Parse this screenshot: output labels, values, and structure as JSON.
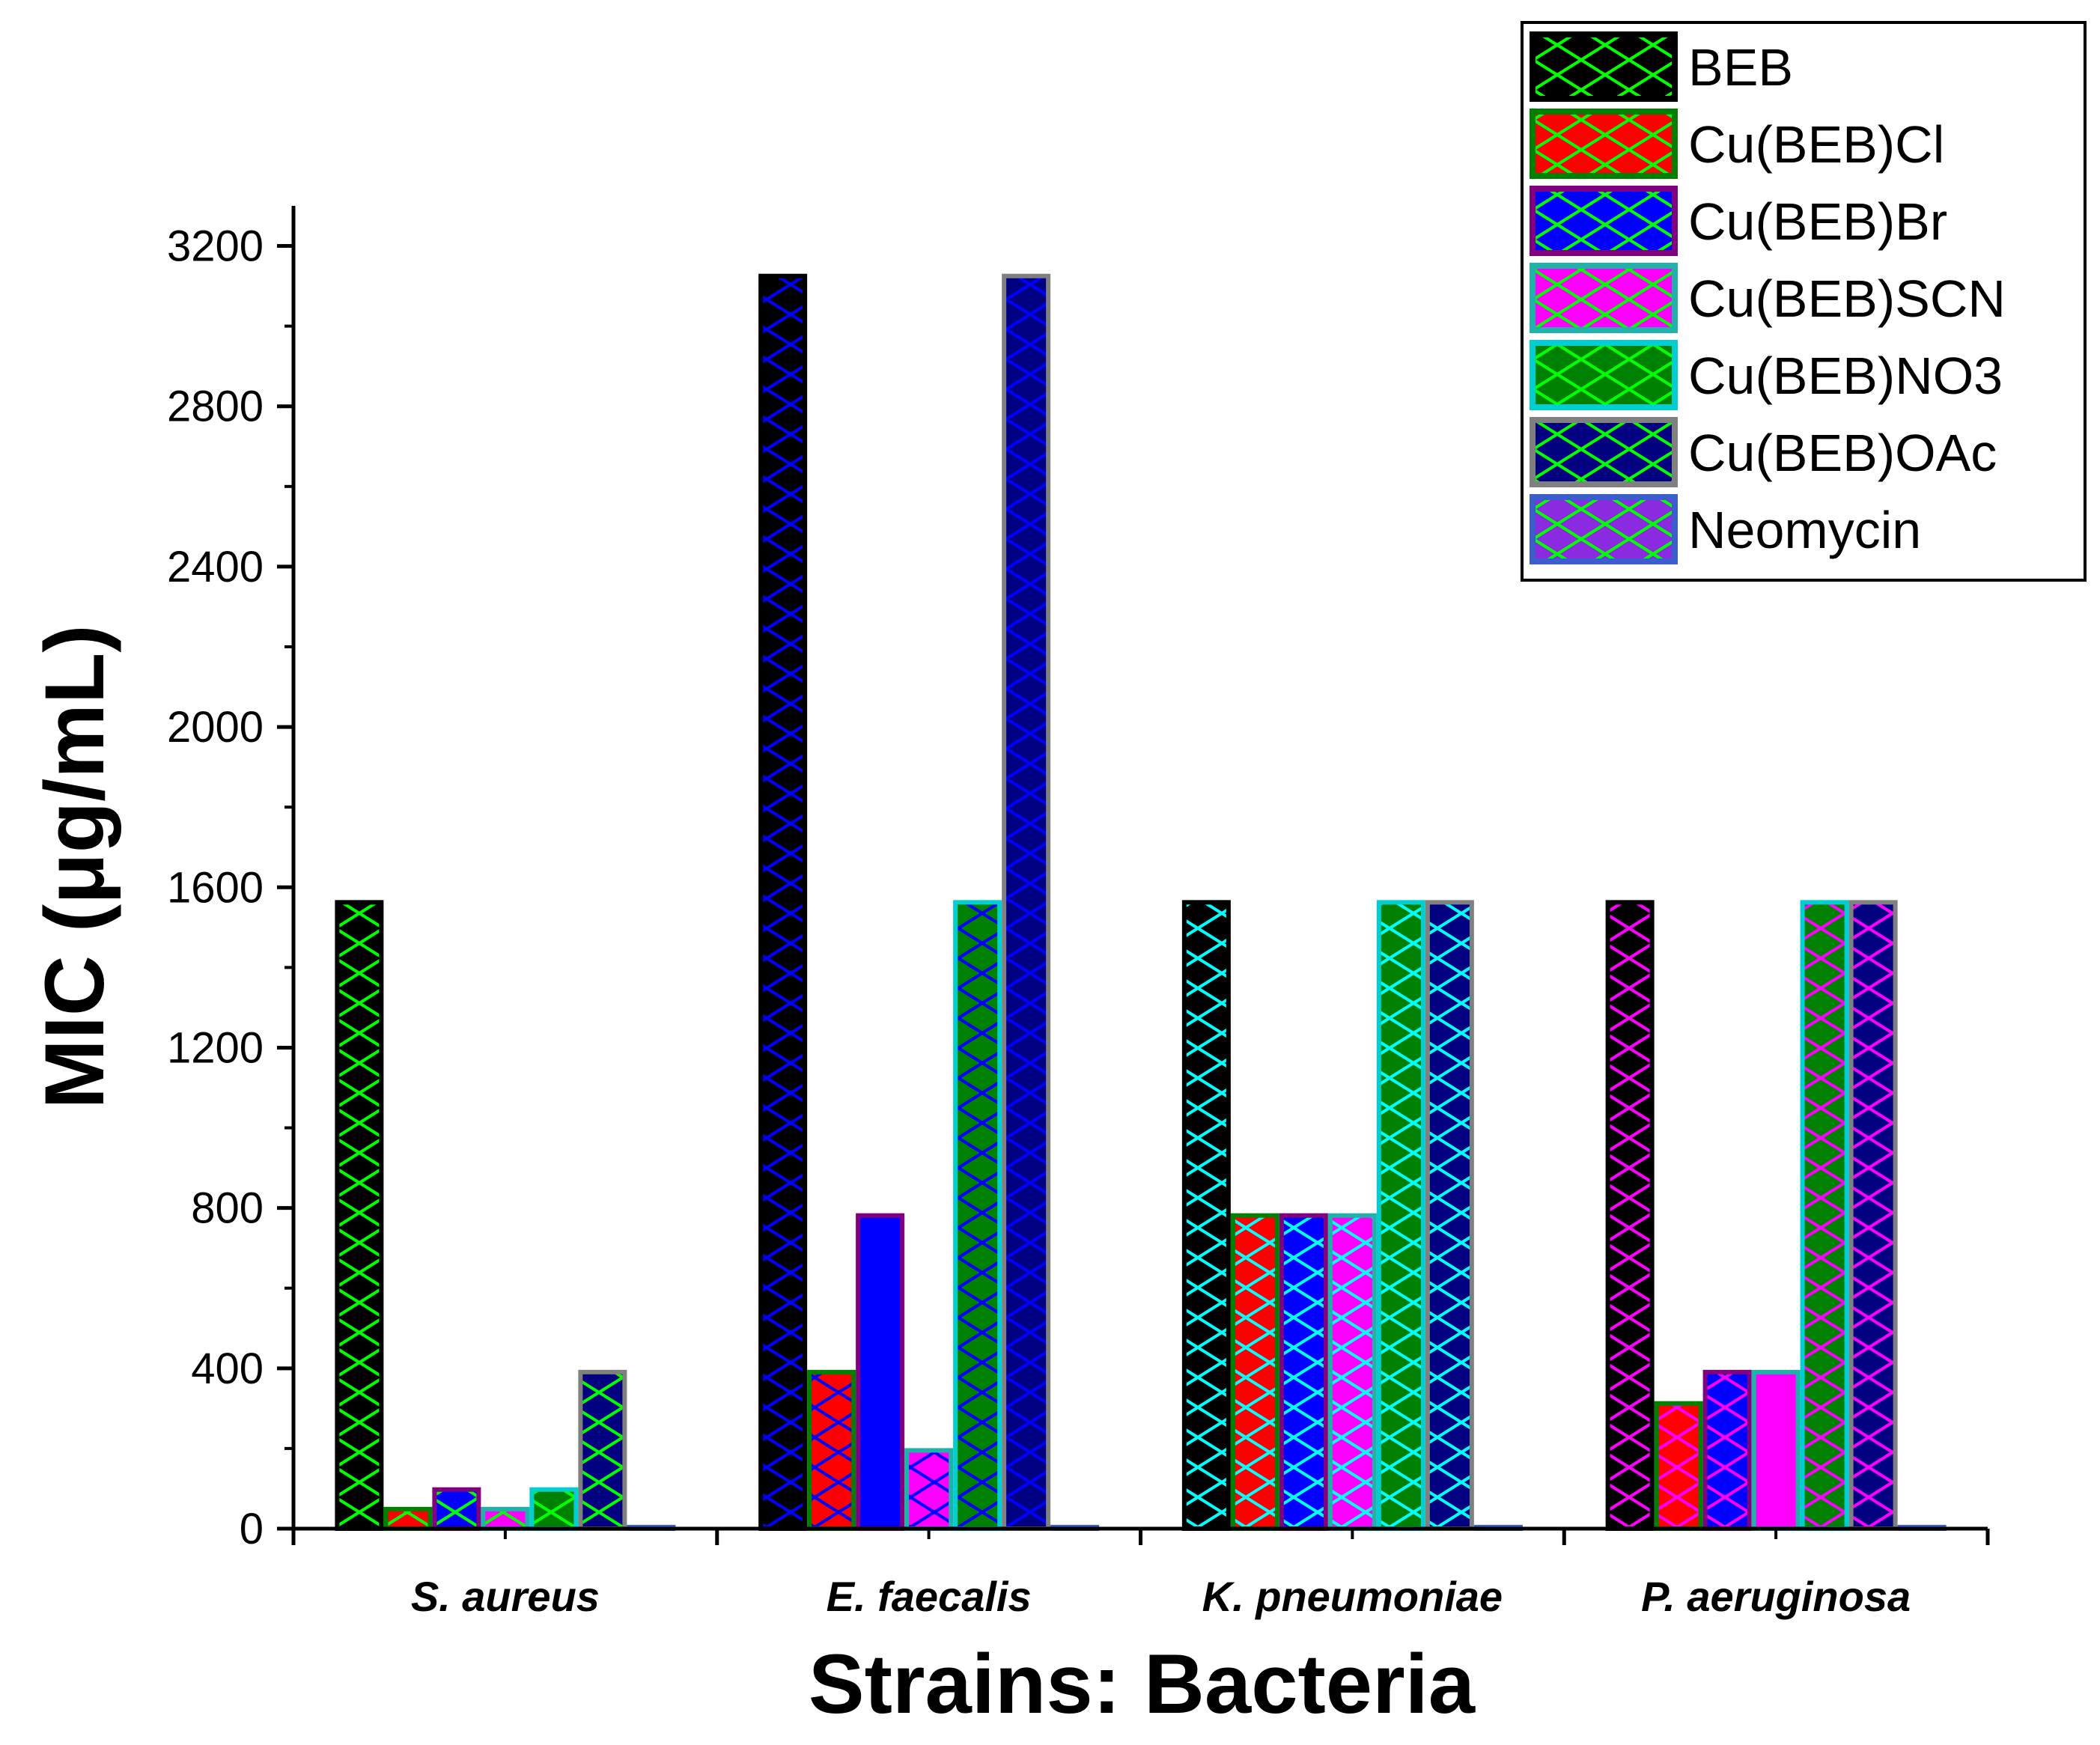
{
  "chart_data": {
    "type": "bar",
    "xlabel": "Strains: Bacteria",
    "ylabel": "MIC (μg/mL)",
    "ylim": [
      0,
      3300
    ],
    "yticks": [
      0,
      400,
      800,
      1200,
      1600,
      2000,
      2400,
      2800,
      3200
    ],
    "categories": [
      "S. aureus",
      "E. faecalis",
      "K. pneumoniae",
      "P. aeruginosa"
    ],
    "grid": false,
    "legend_position": "top-right",
    "series": [
      {
        "name": "BEB",
        "values": [
          1562.5,
          3125,
          1562.5,
          1562.5
        ]
      },
      {
        "name": "Cu(BEB)Cl",
        "values": [
          48.8,
          390.6,
          781.25,
          312.5
        ]
      },
      {
        "name": "Cu(BEB)Br",
        "values": [
          97.6,
          781.25,
          781.25,
          390.6
        ]
      },
      {
        "name": "Cu(BEB)SCN",
        "values": [
          48.8,
          195.3,
          781.25,
          390.6
        ]
      },
      {
        "name": "Cu(BEB)NO3",
        "values": [
          97.6,
          1562.5,
          1562.5,
          1562.5
        ]
      },
      {
        "name": "Cu(BEB)OAc",
        "values": [
          390.6,
          3125,
          1562.5,
          1562.5
        ]
      },
      {
        "name": "Neomycin",
        "values": [
          3.9,
          3.9,
          3.9,
          3.9
        ]
      }
    ],
    "bar_styles": [
      [
        {
          "fill": "#000000",
          "border": "#000000",
          "hatch": "#00ff00"
        },
        {
          "fill": "#000000",
          "border": "#000000",
          "hatch": "#0000ff"
        },
        {
          "fill": "#000000",
          "border": "#000000",
          "hatch": "#00ffff"
        },
        {
          "fill": "#000000",
          "border": "#000000",
          "hatch": "#ff00ff"
        }
      ],
      [
        {
          "fill": "#ff0000",
          "border": "#008000",
          "hatch": "#00ff00"
        },
        {
          "fill": "#ff0000",
          "border": "#008000",
          "hatch": "#0000ff"
        },
        {
          "fill": "#ff0000",
          "border": "#008000",
          "hatch": "#00ffff"
        },
        {
          "fill": "#ff0000",
          "border": "#008000",
          "hatch": "#ff00ff"
        }
      ],
      [
        {
          "fill": "#0000ff",
          "border": "#800080",
          "hatch": "#00ff00"
        },
        {
          "fill": "#0000ff",
          "border": "#800080",
          "hatch": "#0000ff"
        },
        {
          "fill": "#0000ff",
          "border": "#800080",
          "hatch": "#00ffff"
        },
        {
          "fill": "#0000ff",
          "border": "#800080",
          "hatch": "#ff00ff"
        }
      ],
      [
        {
          "fill": "#ff00ff",
          "border": "#20b2aa",
          "hatch": "#00ff00"
        },
        {
          "fill": "#ff00ff",
          "border": "#20b2aa",
          "hatch": "#0000ff"
        },
        {
          "fill": "#ff00ff",
          "border": "#20b2aa",
          "hatch": "#00ffff"
        },
        {
          "fill": "#ff00ff",
          "border": "#20b2aa",
          "hatch": "#ff00ff"
        }
      ],
      [
        {
          "fill": "#008000",
          "border": "#00ced1",
          "hatch": "#00ff00"
        },
        {
          "fill": "#008000",
          "border": "#00ced1",
          "hatch": "#0000ff"
        },
        {
          "fill": "#008000",
          "border": "#00ced1",
          "hatch": "#00ffff"
        },
        {
          "fill": "#008000",
          "border": "#00ced1",
          "hatch": "#ff00ff"
        }
      ],
      [
        {
          "fill": "#000080",
          "border": "#808080",
          "hatch": "#00ff00"
        },
        {
          "fill": "#000080",
          "border": "#808080",
          "hatch": "#0000ff"
        },
        {
          "fill": "#000080",
          "border": "#808080",
          "hatch": "#00ffff"
        },
        {
          "fill": "#000080",
          "border": "#808080",
          "hatch": "#ff00ff"
        }
      ],
      [
        {
          "fill": "#8a2be2",
          "border": "#3a5fcd",
          "hatch": "#00ff00"
        },
        {
          "fill": "#8a2be2",
          "border": "#3a5fcd",
          "hatch": "#0000ff"
        },
        {
          "fill": "#8a2be2",
          "border": "#3a5fcd",
          "hatch": "#00ffff"
        },
        {
          "fill": "#8a2be2",
          "border": "#3a5fcd",
          "hatch": "#ff00ff"
        }
      ]
    ],
    "legend_swatches": [
      {
        "fill": "#000000",
        "border": "#000000",
        "hatch": "#00ff00"
      },
      {
        "fill": "#ff0000",
        "border": "#008000",
        "hatch": "#00ff00"
      },
      {
        "fill": "#0000ff",
        "border": "#800080",
        "hatch": "#00ff00"
      },
      {
        "fill": "#ff00ff",
        "border": "#20b2aa",
        "hatch": "#00ff00"
      },
      {
        "fill": "#008000",
        "border": "#00ced1",
        "hatch": "#00ff00"
      },
      {
        "fill": "#000080",
        "border": "#808080",
        "hatch": "#00ff00"
      },
      {
        "fill": "#8a2be2",
        "border": "#3a5fcd",
        "hatch": "#00ff00"
      }
    ]
  }
}
